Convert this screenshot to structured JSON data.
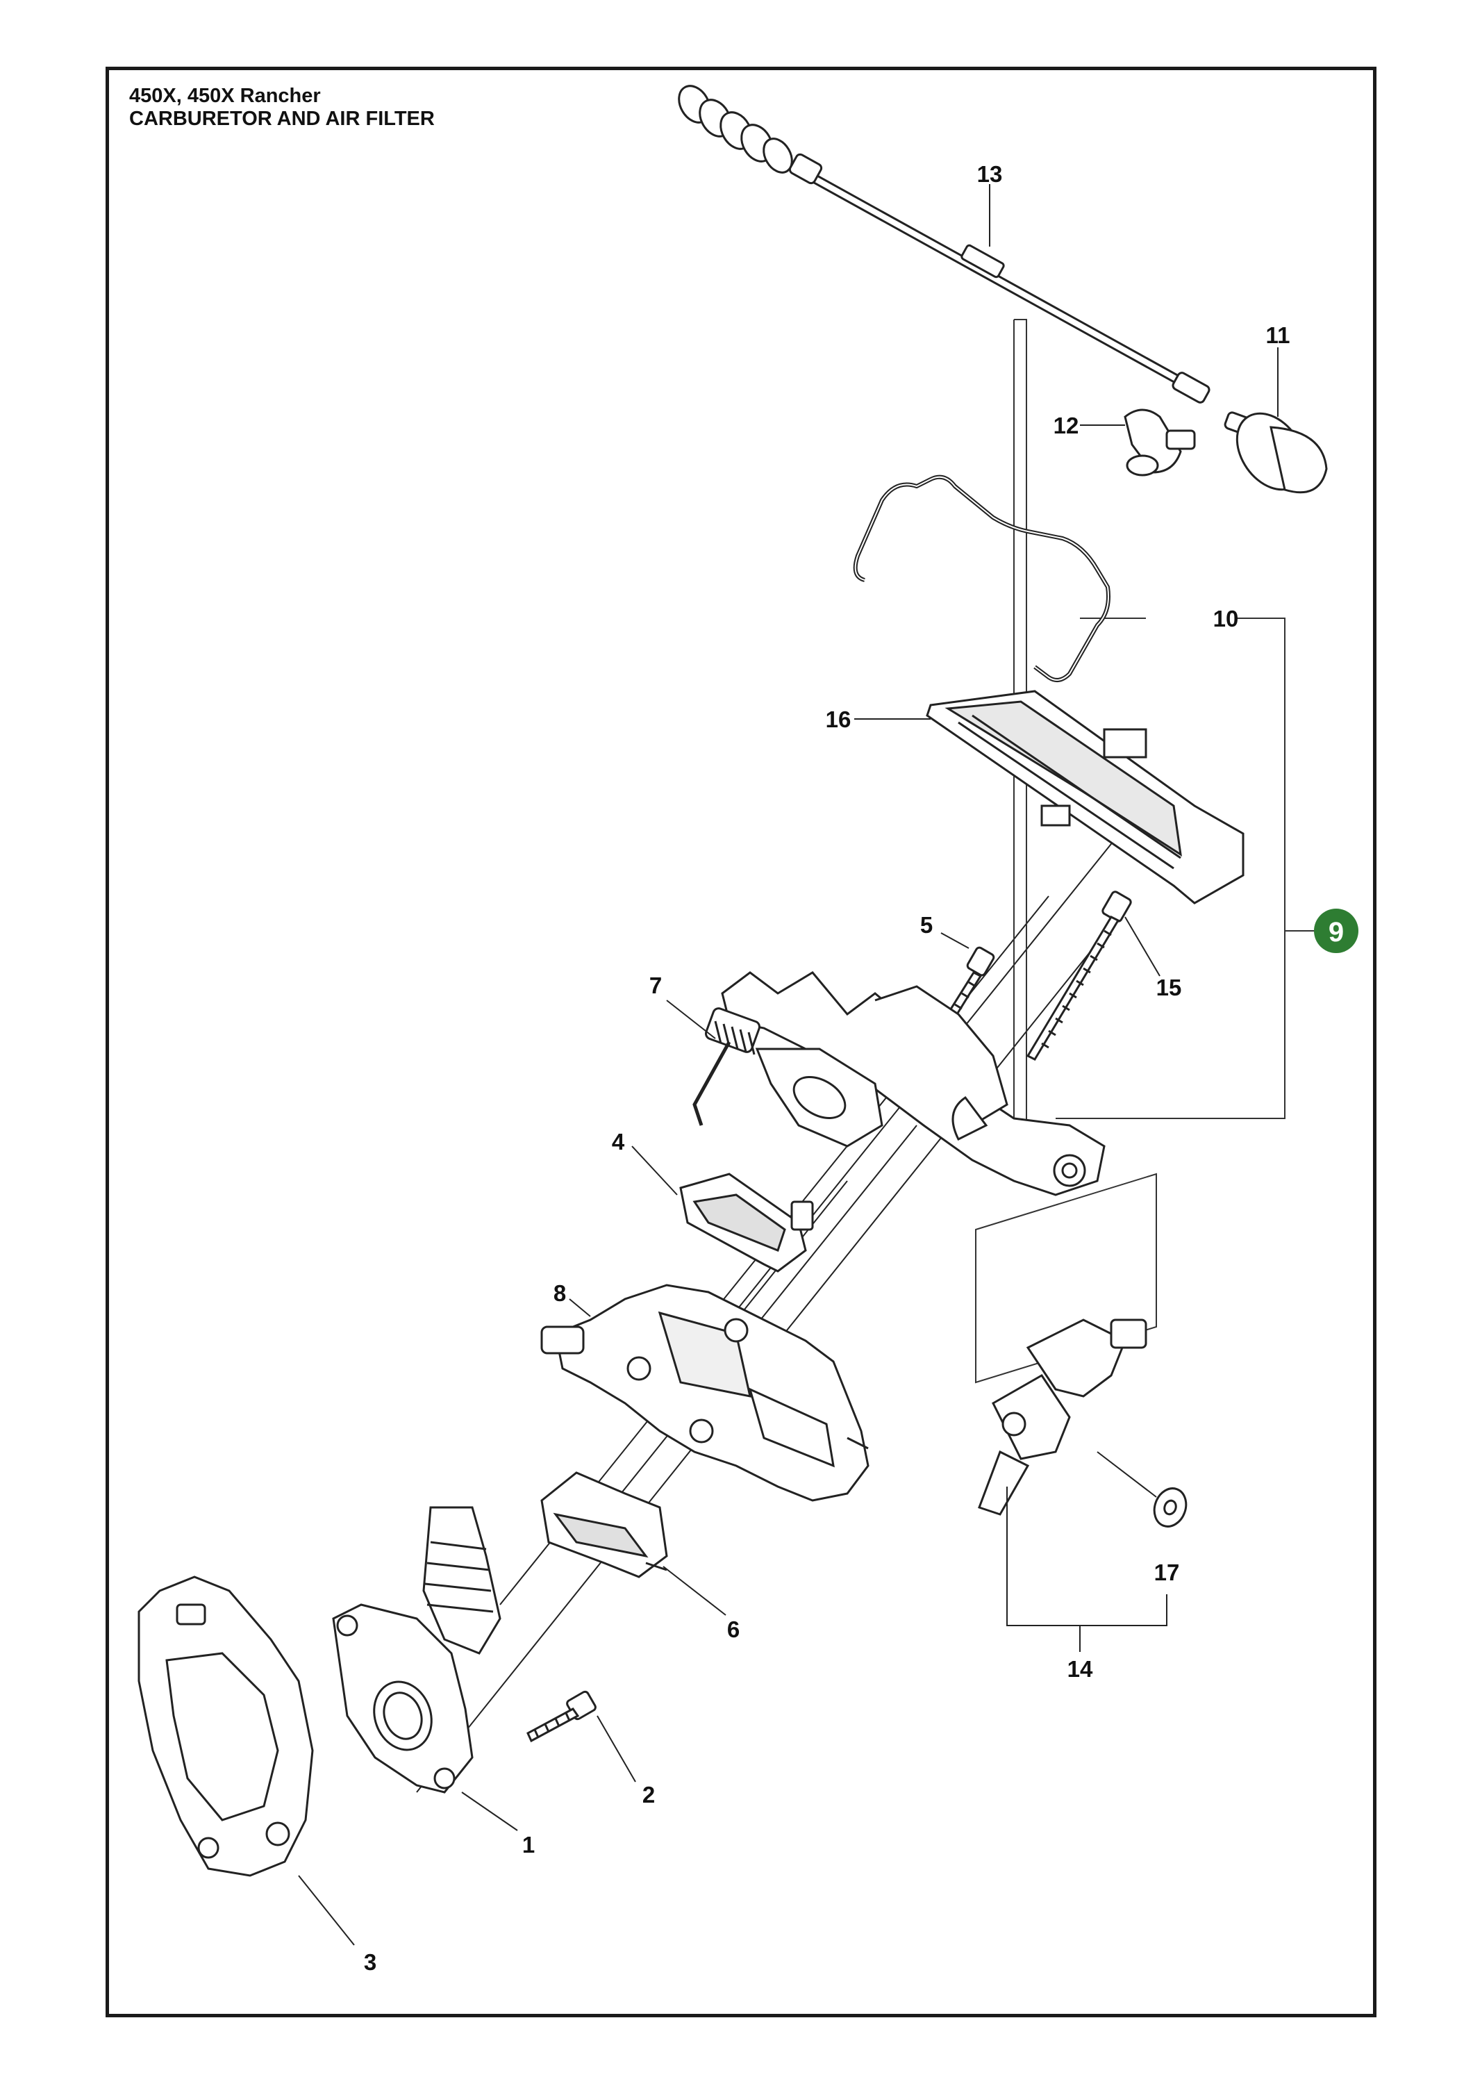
{
  "title": {
    "model": "450X, 450X Rancher",
    "section": "CARBURETOR AND AIR FILTER"
  },
  "callouts": {
    "p1": "1",
    "p2": "2",
    "p3": "3",
    "p4": "4",
    "p5": "5",
    "p6": "6",
    "p7": "7",
    "p8": "8",
    "p10": "10",
    "p11": "11",
    "p12": "12",
    "p13": "13",
    "p14": "14",
    "p15": "15",
    "p16": "16",
    "p17": "17"
  },
  "assembly_badge": {
    "label": "9",
    "color": "#2e7d32"
  }
}
